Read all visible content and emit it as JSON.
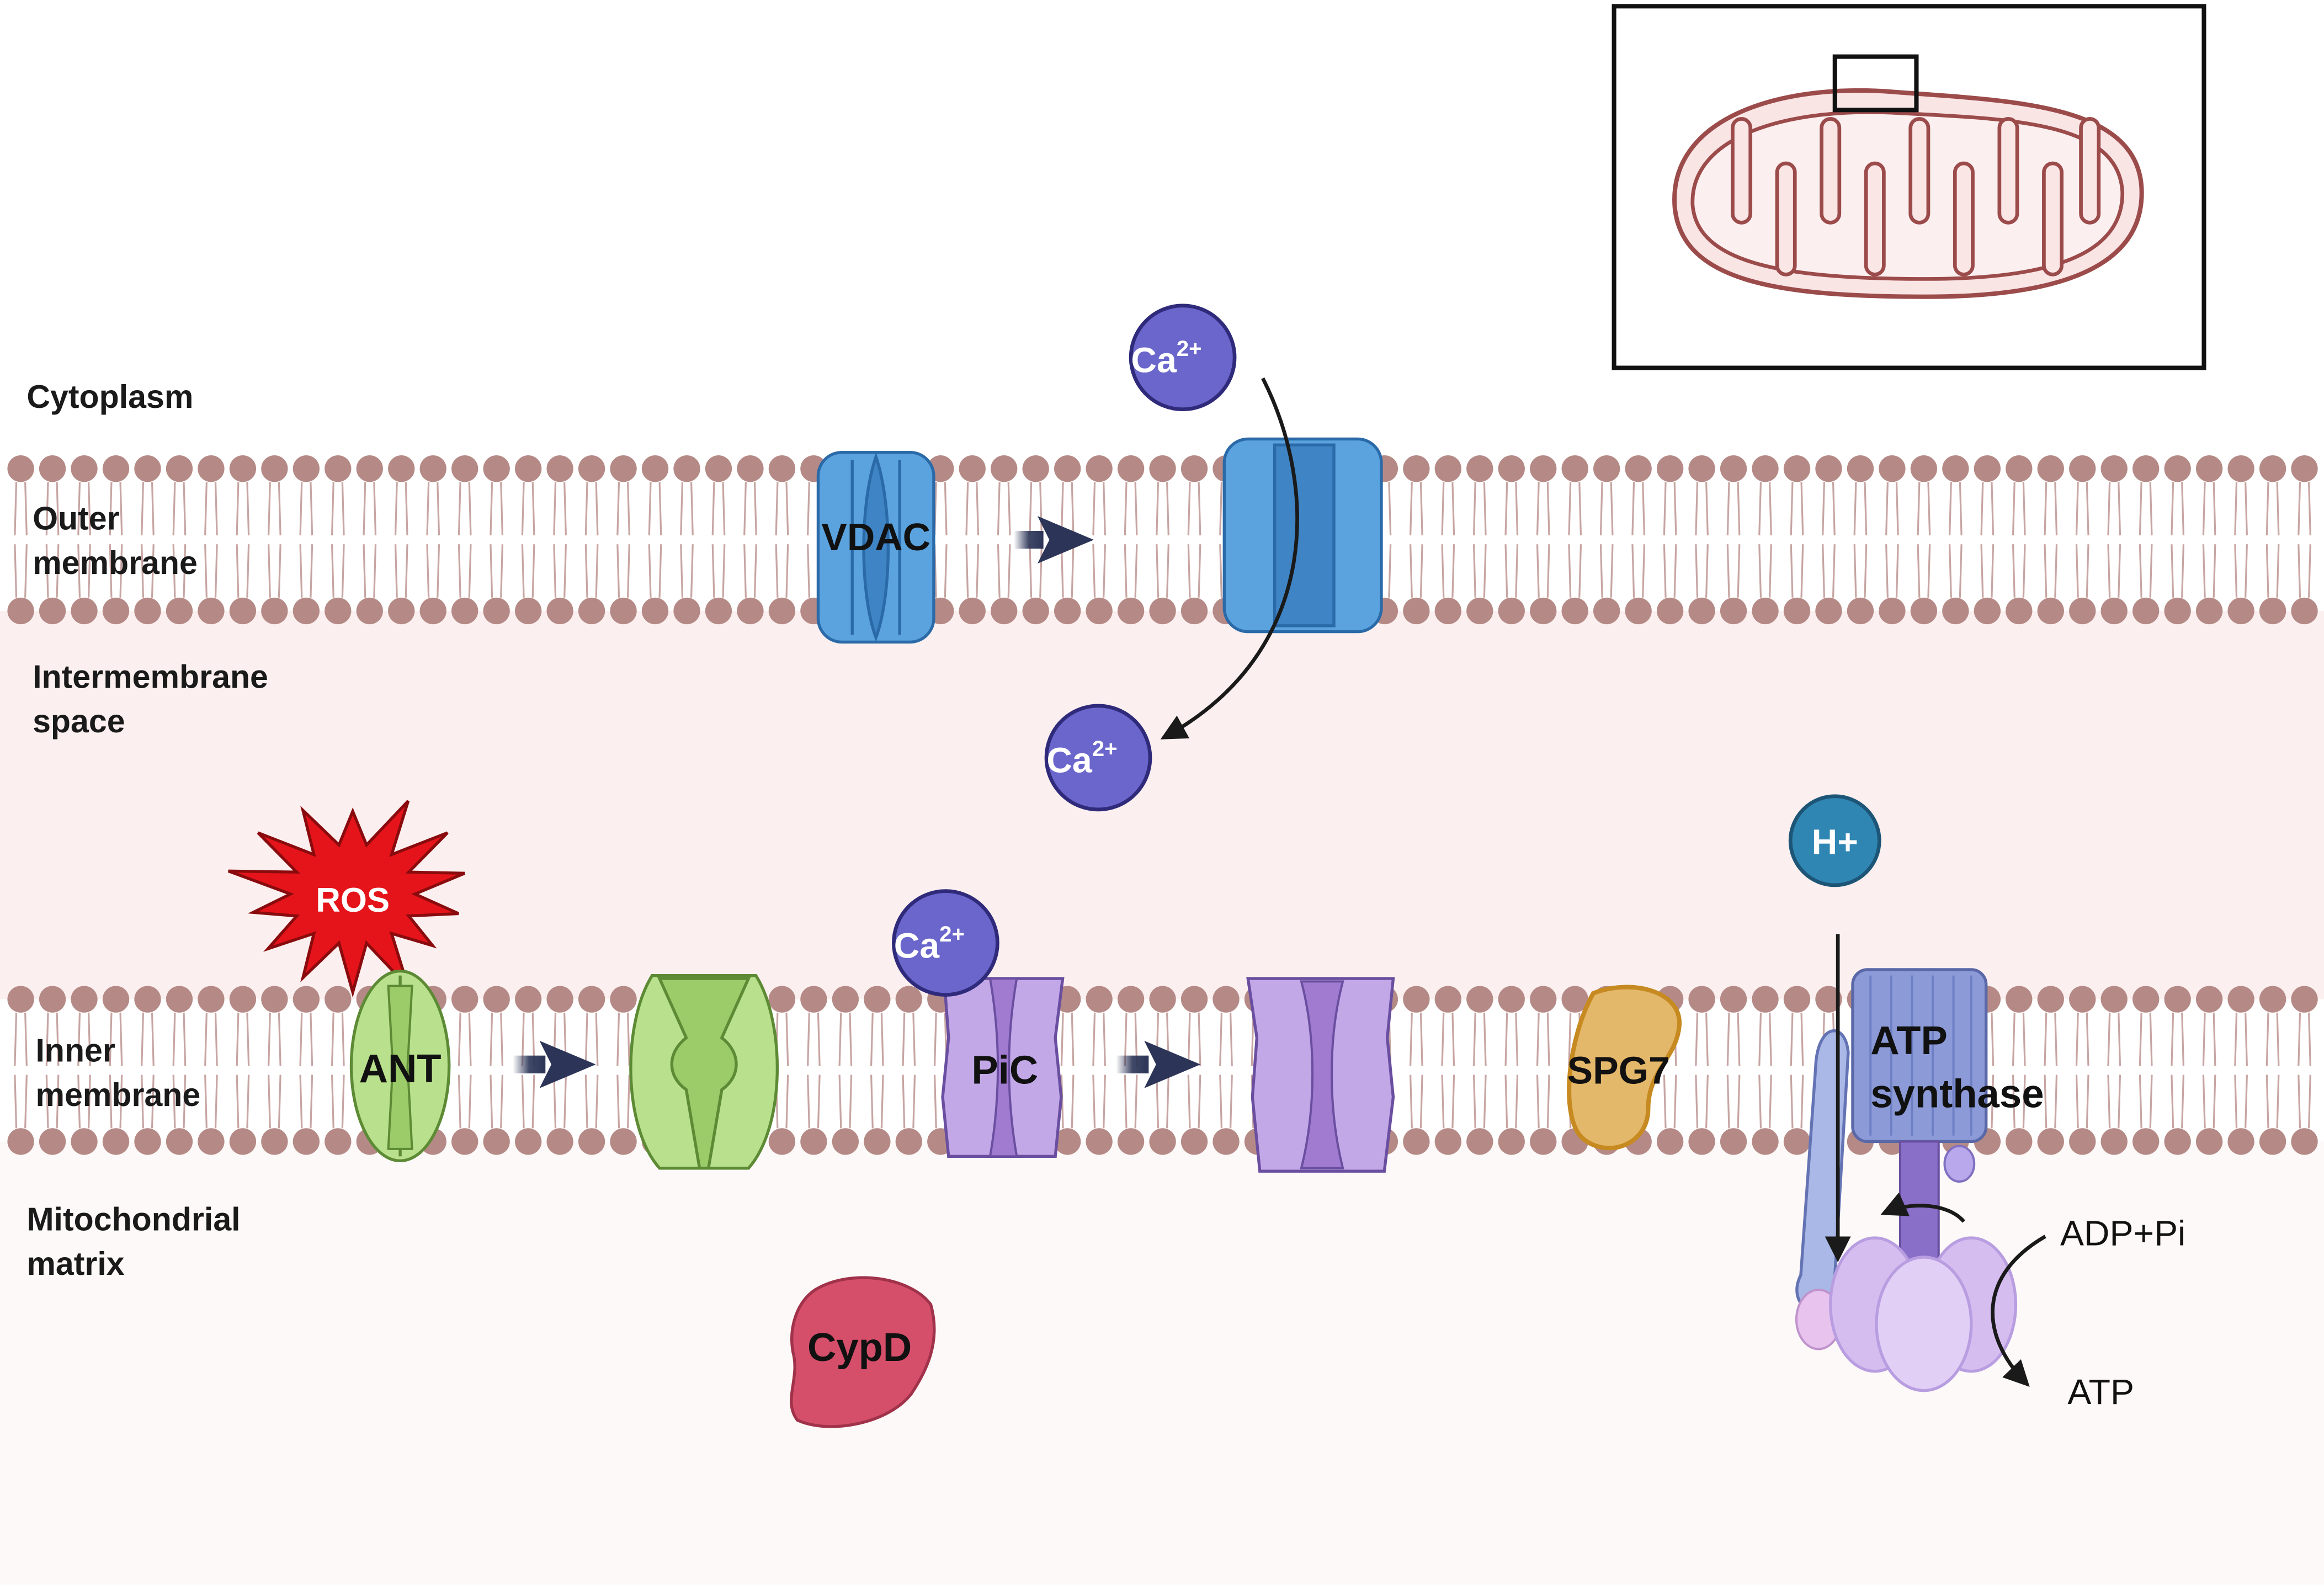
{
  "regions": {
    "cytoplasm": "Cytoplasm",
    "outer_membrane": [
      "Outer",
      "membrane"
    ],
    "intermembrane_space": [
      "Intermembrane",
      "space"
    ],
    "inner_membrane": [
      "Inner",
      "membrane"
    ],
    "matrix": [
      "Mitochondrial",
      "matrix"
    ]
  },
  "proteins": {
    "vdac": "VDAC",
    "ant": "ANT",
    "pic": "PiC",
    "spg7": "SPG7",
    "cypd": "CypD",
    "atp_synthase": [
      "ATP",
      "synthase"
    ]
  },
  "ions": {
    "calcium": "Ca",
    "calcium_charge": "2+",
    "proton": "H+"
  },
  "stress": {
    "ros": "ROS"
  },
  "reaction": {
    "substrate": "ADP+Pi",
    "product": "ATP"
  },
  "colors": {
    "lipid_head": "#b58a86",
    "intermembrane_bg": "#fbf0ef",
    "matrix_bg": "#fdf9f8",
    "vdac": "#5ba3de",
    "ant": "#b9e08c",
    "pic": "#b89ee0",
    "spg7": "#e4b86a",
    "cypd": "#d64f6a",
    "calcium_ion": "#6a66cc",
    "proton_ion": "#2f86b3",
    "ros": "#e5141b",
    "arrow": "#2c3557",
    "mito_outline": "#9c4b4b"
  }
}
